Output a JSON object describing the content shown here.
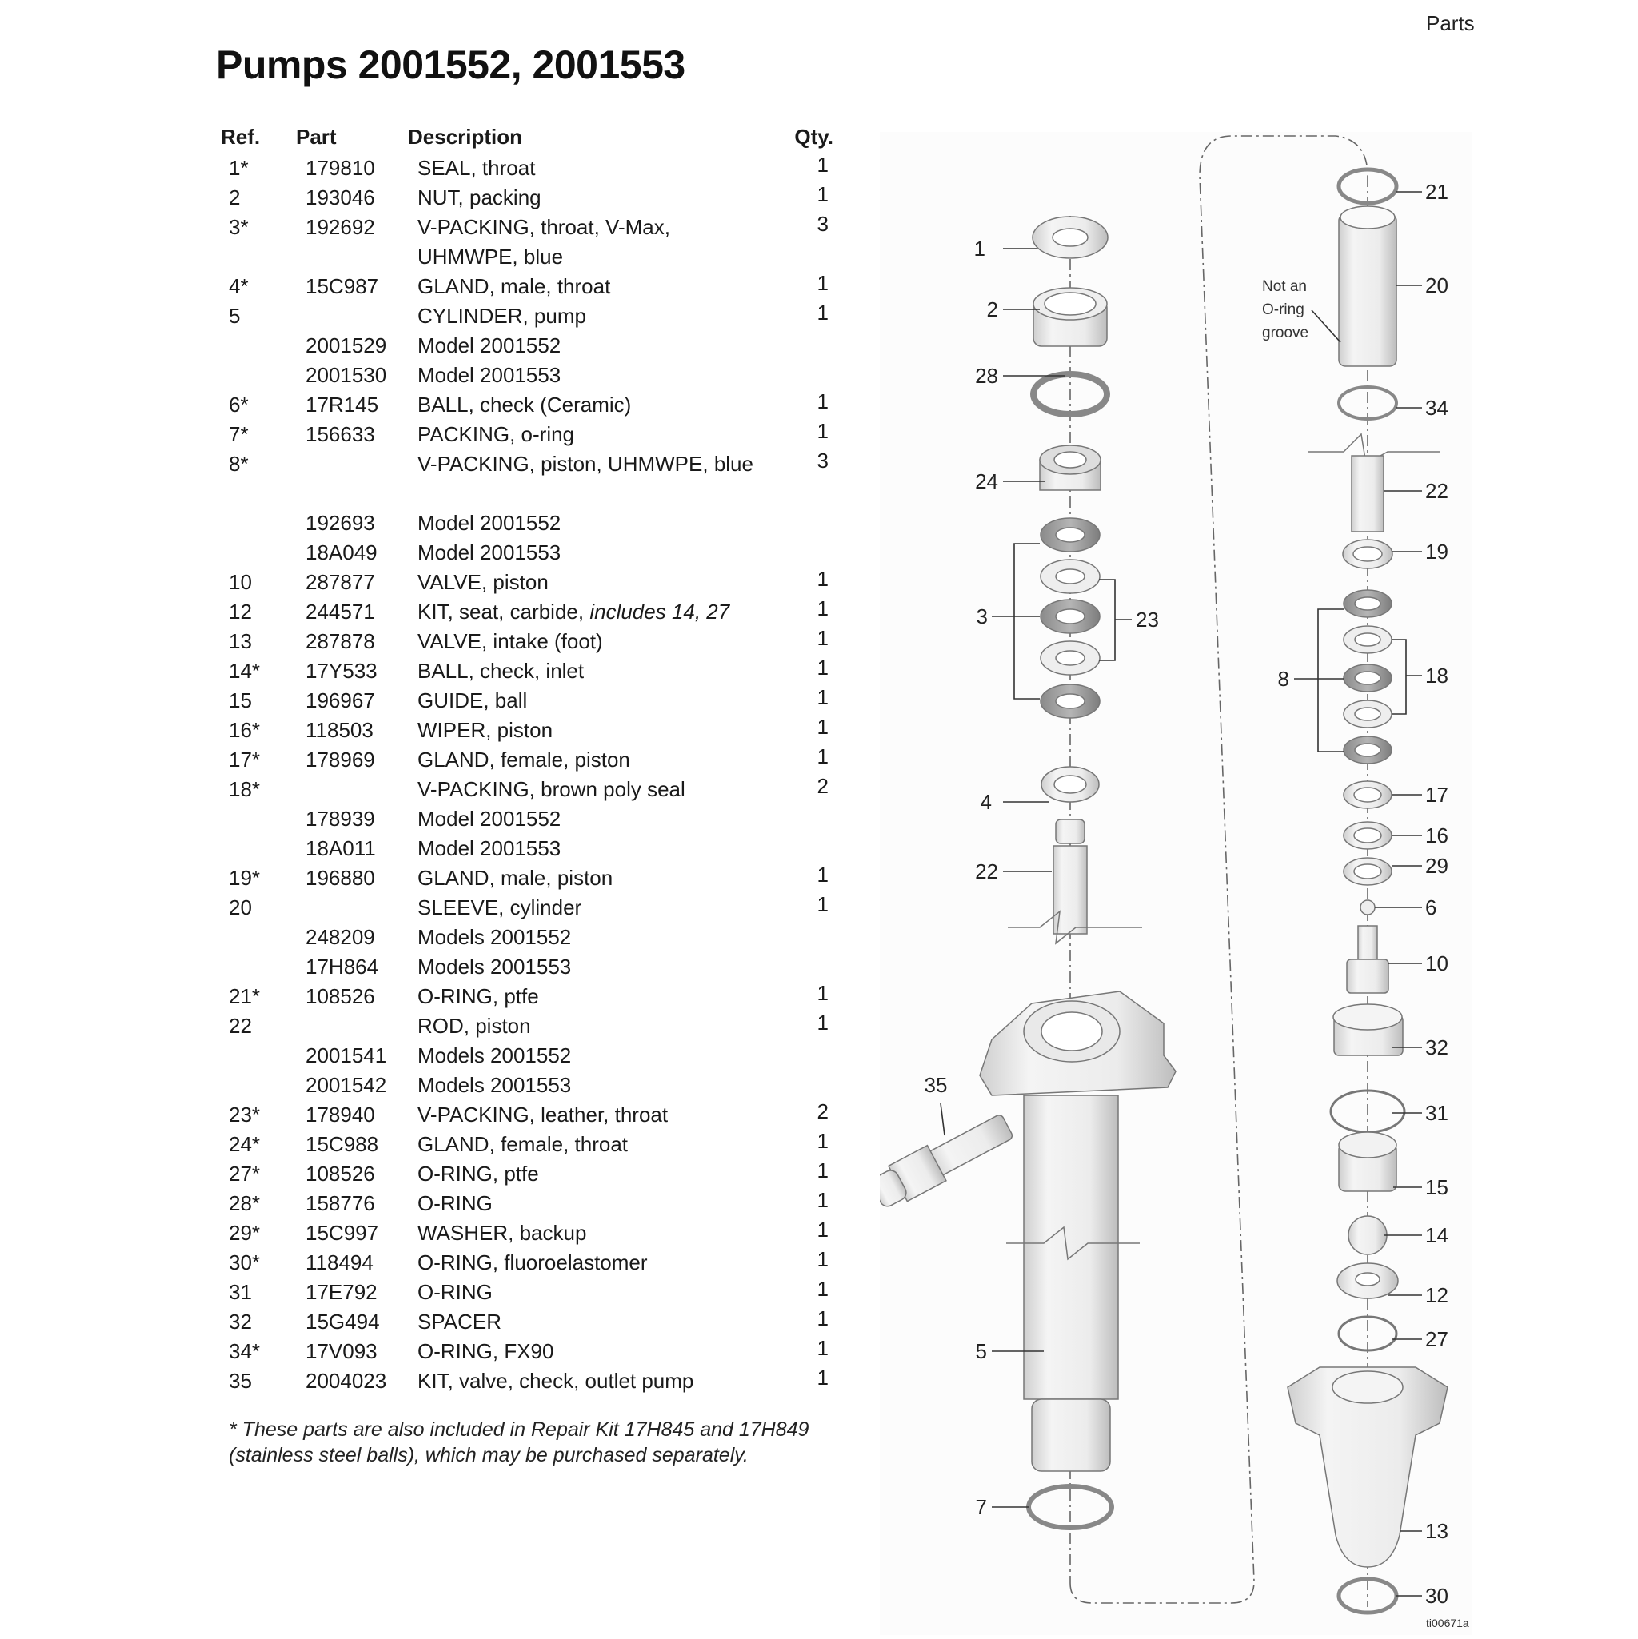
{
  "header": {
    "section": "Parts",
    "title": "Pumps 2001552, 2001553"
  },
  "table": {
    "columns": {
      "ref": "Ref.",
      "part": "Part",
      "description": "Description",
      "qty": "Qty."
    },
    "rows": [
      {
        "ref": "1*",
        "part": "179810",
        "description": "SEAL, throat",
        "qty": "1",
        "lines": 1
      },
      {
        "ref": "2",
        "part": "193046",
        "description": "NUT, packing",
        "qty": "1",
        "lines": 1
      },
      {
        "ref": "3*",
        "part": "192692",
        "description": "V-PACKING, throat, V-Max, UHMWPE, blue",
        "qty": "3",
        "lines": 2
      },
      {
        "ref": "4*",
        "part": "15C987",
        "description": "GLAND, male, throat",
        "qty": "1",
        "lines": 1
      },
      {
        "ref": "5",
        "part": "",
        "description": "CYLINDER, pump",
        "qty": "1",
        "lines": 1
      },
      {
        "ref": "",
        "part": "2001529",
        "description": "Model 2001552",
        "qty": "",
        "lines": 1
      },
      {
        "ref": "",
        "part": "2001530",
        "description": "Model 2001553",
        "qty": "",
        "lines": 1
      },
      {
        "ref": "6*",
        "part": "17R145",
        "description": "BALL, check (Ceramic)",
        "qty": "1",
        "lines": 1
      },
      {
        "ref": "7*",
        "part": "156633",
        "description": "PACKING, o-ring",
        "qty": "1",
        "lines": 1
      },
      {
        "ref": "8*",
        "part": "",
        "description": "V-PACKING, piston, UHMWPE, blue",
        "qty": "3",
        "lines": 2
      },
      {
        "ref": "",
        "part": "192693",
        "description": "Model 2001552",
        "qty": "",
        "lines": 1
      },
      {
        "ref": "",
        "part": "18A049",
        "description": "Model 2001553",
        "qty": "",
        "lines": 1
      },
      {
        "ref": "10",
        "part": "287877",
        "description": "VALVE, piston",
        "qty": "1",
        "lines": 1
      },
      {
        "ref": "12",
        "part": "244571",
        "description": "KIT, seat, carbide, ",
        "description_italic": "includes 14, 27",
        "qty": "1",
        "lines": 1
      },
      {
        "ref": "13",
        "part": "287878",
        "description": "VALVE, intake (foot)",
        "qty": "1",
        "lines": 1
      },
      {
        "ref": "14*",
        "part": "17Y533",
        "description": "BALL, check, inlet",
        "qty": "1",
        "lines": 1
      },
      {
        "ref": "15",
        "part": "196967",
        "description": "GUIDE, ball",
        "qty": "1",
        "lines": 1
      },
      {
        "ref": "16*",
        "part": "118503",
        "description": "WIPER, piston",
        "qty": "1",
        "lines": 1
      },
      {
        "ref": "17*",
        "part": "178969",
        "description": "GLAND, female, piston",
        "qty": "1",
        "lines": 1
      },
      {
        "ref": "18*",
        "part": "",
        "description": "V-PACKING, brown poly seal",
        "qty": "2",
        "lines": 1
      },
      {
        "ref": "",
        "part": "178939",
        "description": "Model 2001552",
        "qty": "",
        "lines": 1
      },
      {
        "ref": "",
        "part": "18A011",
        "description": "Model 2001553",
        "qty": "",
        "lines": 1
      },
      {
        "ref": "19*",
        "part": "196880",
        "description": "GLAND, male, piston",
        "qty": "1",
        "lines": 1
      },
      {
        "ref": "20",
        "part": "",
        "description": "SLEEVE, cylinder",
        "qty": "1",
        "lines": 1
      },
      {
        "ref": "",
        "part": "248209",
        "description": "Models 2001552",
        "qty": "",
        "lines": 1
      },
      {
        "ref": "",
        "part": "17H864",
        "description": "Models 2001553",
        "qty": "",
        "lines": 1
      },
      {
        "ref": "21*",
        "part": "108526",
        "description": "O-RING, ptfe",
        "qty": "1",
        "lines": 1
      },
      {
        "ref": "22",
        "part": "",
        "description": "ROD, piston",
        "qty": "1",
        "lines": 1
      },
      {
        "ref": "",
        "part": "2001541",
        "description": "Models 2001552",
        "qty": "",
        "lines": 1
      },
      {
        "ref": "",
        "part": "2001542",
        "description": "Models 2001553",
        "qty": "",
        "lines": 1
      },
      {
        "ref": "23*",
        "part": "178940",
        "description": "V-PACKING, leather, throat",
        "qty": "2",
        "lines": 1
      },
      {
        "ref": "24*",
        "part": "15C988",
        "description": "GLAND, female, throat",
        "qty": "1",
        "lines": 1
      },
      {
        "ref": "27*",
        "part": "108526",
        "description": "O-RING, ptfe",
        "qty": "1",
        "lines": 1
      },
      {
        "ref": "28*",
        "part": "158776",
        "description": "O-RING",
        "qty": "1",
        "lines": 1
      },
      {
        "ref": "29*",
        "part": "15C997",
        "description": "WASHER, backup",
        "qty": "1",
        "lines": 1
      },
      {
        "ref": "30*",
        "part": "118494",
        "description": "O-RING, fluoroelastomer",
        "qty": "1",
        "lines": 1
      },
      {
        "ref": "31",
        "part": "17E792",
        "description": "O-RING",
        "qty": "1",
        "lines": 1
      },
      {
        "ref": "32",
        "part": "15G494",
        "description": "SPACER",
        "qty": "1",
        "lines": 1
      },
      {
        "ref": "34*",
        "part": "17V093",
        "description": "O-RING, FX90",
        "qty": "1",
        "lines": 1
      },
      {
        "ref": "35",
        "part": "2004023",
        "description": "KIT, valve, check, outlet pump",
        "qty": "1",
        "lines": 1
      }
    ]
  },
  "footnote": "* These parts are also included in Repair Kit 17H845 and 17H849 (stainless steel balls), which may be purchased separately.",
  "diagram": {
    "figure_id": "ti00671a",
    "note": [
      "Not an",
      "O-ring",
      "groove"
    ],
    "callouts_left": [
      "1",
      "2",
      "28",
      "24",
      "3",
      "23",
      "4",
      "22",
      "35",
      "5",
      "7"
    ],
    "callouts_right": [
      "21",
      "20",
      "34",
      "22",
      "19",
      "8",
      "18",
      "17",
      "16",
      "29",
      "6",
      "10",
      "32",
      "31",
      "15",
      "14",
      "12",
      "27",
      "13",
      "30"
    ]
  }
}
